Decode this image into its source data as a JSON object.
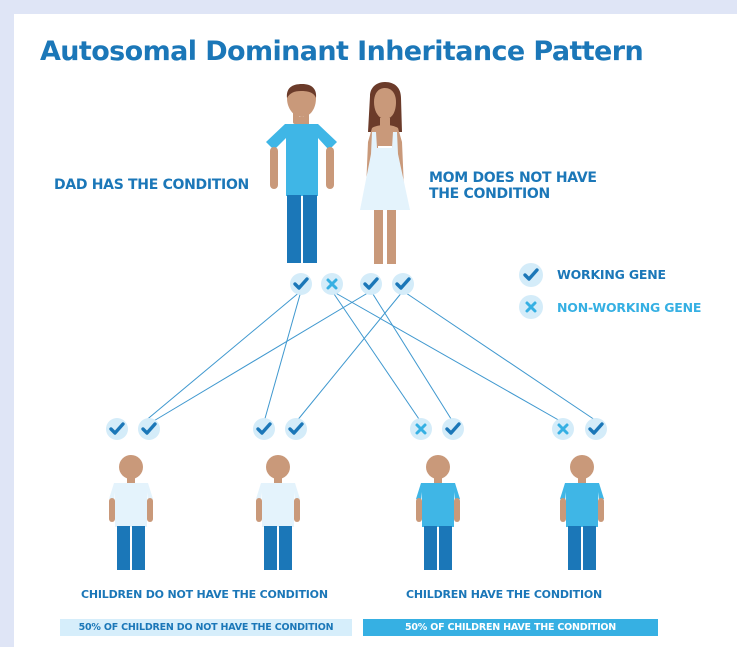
{
  "title": "Autosomal Dominant Inheritance Pattern",
  "parents": {
    "dad_label": "DAD HAS THE CONDITION",
    "mom_label_line1": "MOM DOES NOT HAVE",
    "mom_label_line2": "THE CONDITION"
  },
  "legend": {
    "working": "WORKING GENE",
    "non_working": "NON-WORKING GENE"
  },
  "captions": {
    "no_condition": "CHILDREN DO NOT HAVE THE CONDITION",
    "has_condition": "CHILDREN HAVE THE CONDITION"
  },
  "bars": {
    "no_condition": "50% OF CHILDREN DO NOT HAVE THE CONDITION",
    "has_condition": "50% OF CHILDREN HAVE THE CONDITION"
  },
  "colors": {
    "title": "#1b77b8",
    "shirt": "#3fb6e6",
    "pants": "#1b77b8",
    "skin": "#c9997a",
    "gene_bg": "#d4ecf9",
    "light_bar": "#d6eefb",
    "dark_bar": "#36b0e3"
  },
  "genes": {
    "dad": [
      "working",
      "non-working"
    ],
    "mom": [
      "working",
      "working"
    ],
    "children": [
      [
        "working",
        "working"
      ],
      [
        "working",
        "working"
      ],
      [
        "non-working",
        "working"
      ],
      [
        "non-working",
        "working"
      ]
    ]
  }
}
